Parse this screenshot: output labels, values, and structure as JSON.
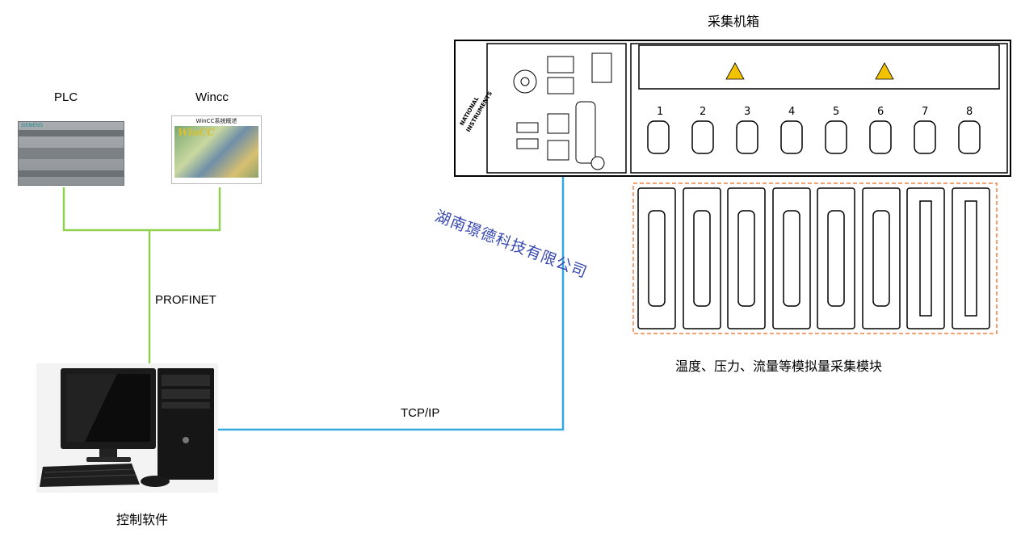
{
  "labels": {
    "plc": "PLC",
    "wincc": "Wincc",
    "profinet": "PROFINET",
    "tcpip": "TCP/IP",
    "control_software": "控制软件",
    "chassis": "采集机箱",
    "modules": "温度、压力、流量等模拟量采集模块",
    "watermark": "湖南璟德科技有限公司"
  },
  "wincc_screen": {
    "title": "WinCC系统概述",
    "logo": "WinCC"
  },
  "plc_device": {
    "brand": "SIEMENS"
  },
  "chassis": {
    "brand_line1": "NATIONAL",
    "brand_line2": "INSTRUMENTS",
    "slots": [
      "1",
      "2",
      "3",
      "4",
      "5",
      "6",
      "7",
      "8"
    ]
  },
  "colors": {
    "profinet_line": "#92d050",
    "tcpip_line": "#33aadd",
    "module_border": "#f08040"
  }
}
